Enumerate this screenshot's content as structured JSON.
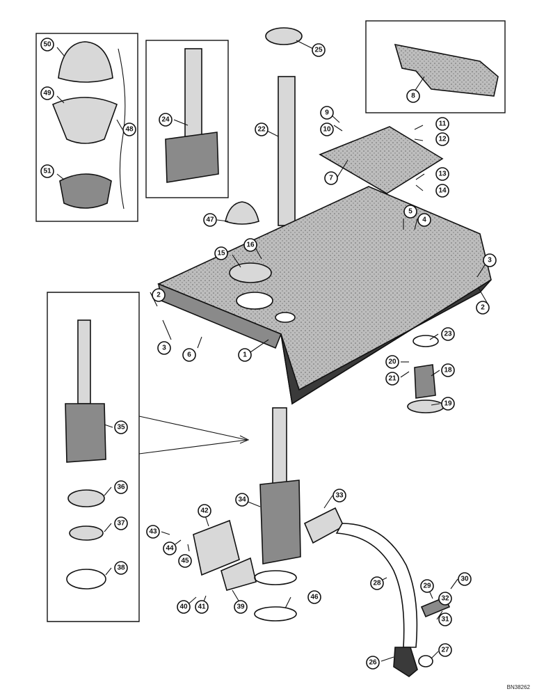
{
  "drawing_code": "BN38262",
  "callouts": [
    "1",
    "2",
    "3",
    "4",
    "5",
    "6",
    "7",
    "8",
    "9",
    "10",
    "11",
    "12",
    "13",
    "14",
    "15",
    "16",
    "18",
    "19",
    "20",
    "21",
    "22",
    "23",
    "24",
    "25",
    "26",
    "27",
    "28",
    "29",
    "30",
    "31",
    "32",
    "33",
    "34",
    "35",
    "36",
    "37",
    "38",
    "39",
    "40",
    "41",
    "42",
    "43",
    "44",
    "45",
    "46",
    "47",
    "48",
    "49",
    "50",
    "51"
  ],
  "icons": [
    "exploded-parts-diagram"
  ]
}
